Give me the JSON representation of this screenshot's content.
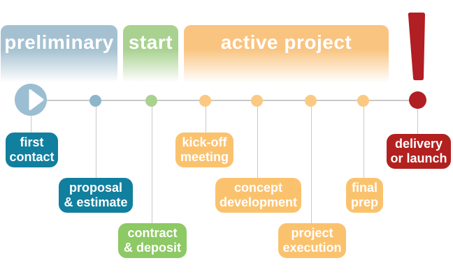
{
  "phases": [
    {
      "label": "preliminary",
      "color": "#a5c1d1"
    },
    {
      "label": "start",
      "color": "#a9d190"
    },
    {
      "label": "active project",
      "color": "#f9c480"
    }
  ],
  "milestones": [
    {
      "label": "first\ncontact",
      "phase": "preliminary",
      "box_color": "#117f9e",
      "dot_color": "#8eb6cb"
    },
    {
      "label": "proposal\n& estimate",
      "phase": "preliminary",
      "box_color": "#117f9e",
      "dot_color": "#8eb6cb"
    },
    {
      "label": "contract\n& deposit",
      "phase": "start",
      "box_color": "#8dc964",
      "dot_color": "#a9d18f"
    },
    {
      "label": "kick-off\nmeeting",
      "phase": "active project",
      "box_color": "#fbc26e",
      "dot_color": "#fbc981"
    },
    {
      "label": "concept\ndevelopment",
      "phase": "active project",
      "box_color": "#fbc26e",
      "dot_color": "#fbc981"
    },
    {
      "label": "project\nexecution",
      "phase": "active project",
      "box_color": "#fbc26e",
      "dot_color": "#fbc981"
    },
    {
      "label": "final\nprep",
      "phase": "active project",
      "box_color": "#fbc26e",
      "dot_color": "#fbc981"
    },
    {
      "label": "delivery\nor launch",
      "phase": "end",
      "box_color": "#b2211f",
      "dot_color": "#b11e23"
    }
  ],
  "timeline": {
    "line_color": "#c9c9c9",
    "start_marker": "play-icon",
    "start_marker_color": "#9cbed2",
    "end_marker": "exclamation-icon",
    "end_marker_color": "#b11e23"
  }
}
